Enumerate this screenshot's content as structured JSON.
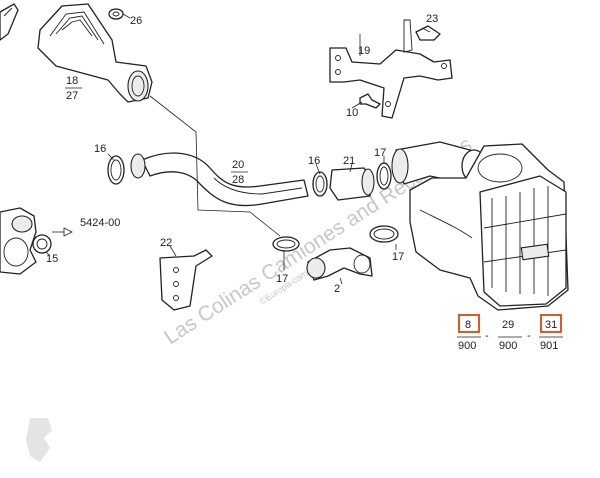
{
  "diagram": {
    "labels": {
      "l26": "26",
      "l23": "23",
      "l19": "19",
      "l10": "10",
      "l18": "18",
      "l27": "27",
      "l16a": "16",
      "l16b": "16",
      "l20": "20",
      "l28": "28",
      "l21": "21",
      "l17a": "17",
      "l17b": "17",
      "l17c": "17",
      "l5424": "5424-00",
      "l15": "15",
      "l22": "22",
      "l2": "2"
    },
    "refs": [
      {
        "num": "8",
        "code": "900",
        "highlighted": true
      },
      {
        "num": "29",
        "code": "900",
        "highlighted": false
      },
      {
        "num": "31",
        "code": "901",
        "highlighted": true
      }
    ],
    "separators": [
      "-",
      "-"
    ],
    "highlight_color": "#e05a1e"
  },
  "watermark": {
    "main": "Las Colinas Camiones and Recambios",
    "url": "©Europa-camiones.com"
  }
}
